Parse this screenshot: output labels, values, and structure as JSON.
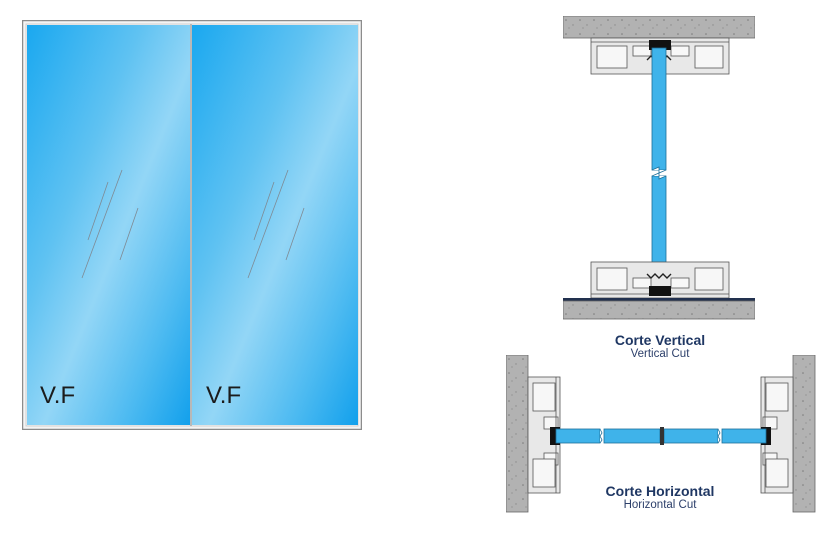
{
  "elevation": {
    "panel_left_label": "V.F",
    "panel_right_label": "V.F",
    "glass_color_light": "#8fd4f5",
    "glass_color_dark": "#19a7f0",
    "frame_color": "#9a9a9a"
  },
  "vertical_cut": {
    "title": "Corte Vertical",
    "subtitle": "Vertical Cut"
  },
  "horizontal_cut": {
    "title": "Corte Horizontal",
    "subtitle": "Horizontal Cut"
  },
  "colors": {
    "concrete": "#b2b2b2",
    "profile": "#e6e6e6",
    "glass": "#3fb3ea",
    "gasket": "#111111",
    "floor": "#22314f",
    "caption": "#1f3763"
  }
}
